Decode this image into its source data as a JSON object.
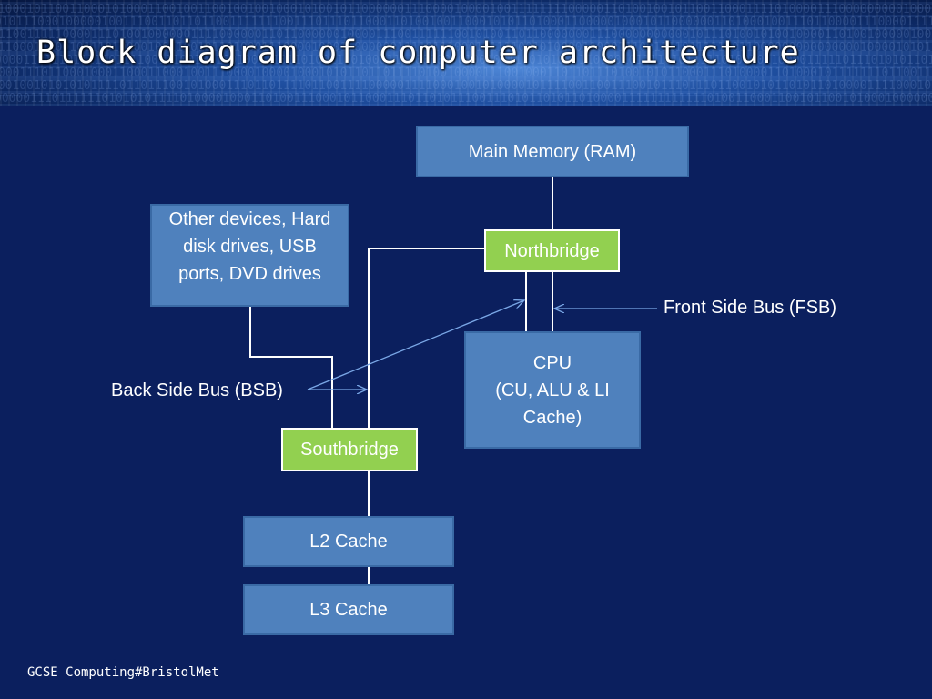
{
  "slide": {
    "title": "Block diagram of computer architecture",
    "footer": "GCSE Computing#BristolMet"
  },
  "diagram": {
    "nodes": {
      "main_memory": "Main Memory (RAM)",
      "northbridge": "Northbridge",
      "other_devices": "Other devices, Hard disk drives, USB ports, DVD drives",
      "cpu_line1": "CPU",
      "cpu_line2": "(CU, ALU & LI",
      "cpu_line3": "Cache)",
      "southbridge": "Southbridge",
      "l2_cache": "L2 Cache",
      "l3_cache": "L3 Cache"
    },
    "labels": {
      "front_side_bus": "Front Side Bus (FSB)",
      "back_side_bus": "Back Side Bus (BSB)"
    }
  },
  "colors": {
    "background": "#0b1f5e",
    "box_blue": "#4f81bd",
    "box_green": "#92d050"
  }
}
